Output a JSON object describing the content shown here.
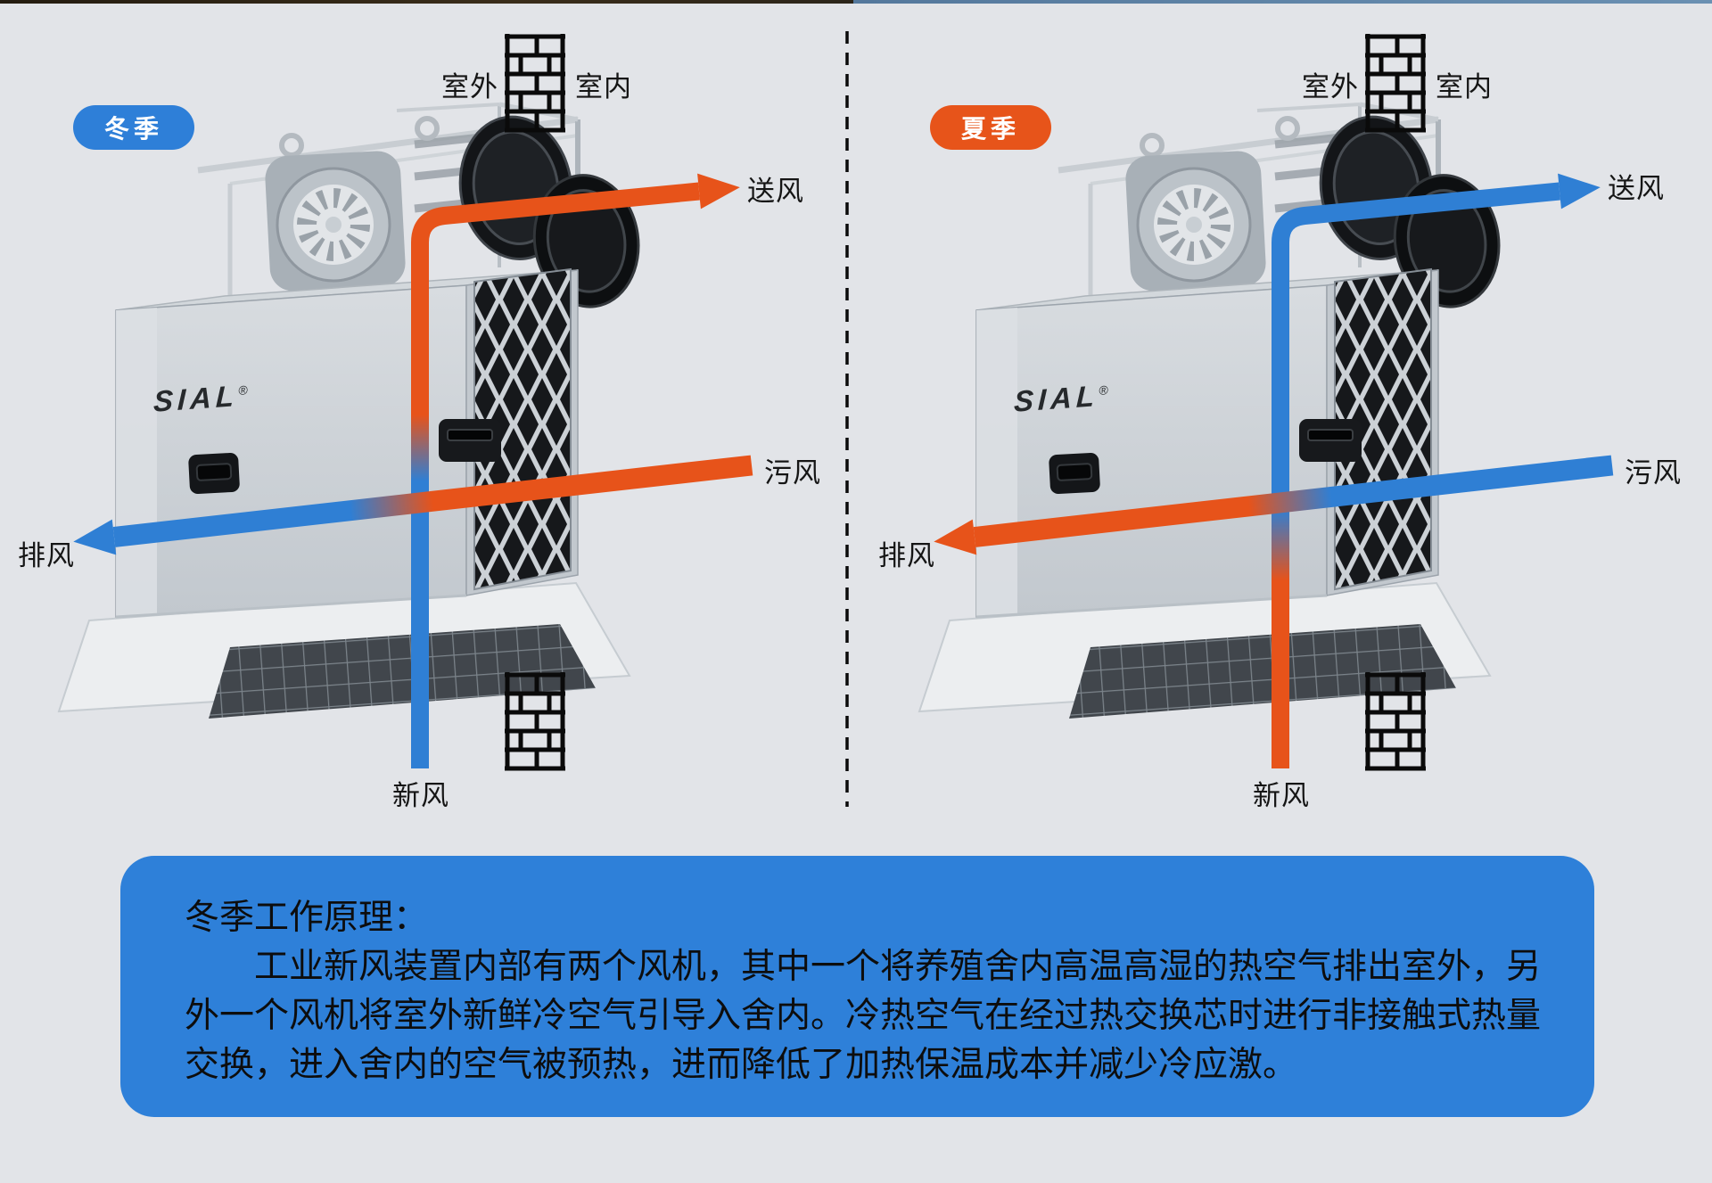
{
  "scene": {
    "winter": {
      "badge": "冬季",
      "outside": "室外",
      "inside": "室内",
      "supply": "送风",
      "dirty": "污风",
      "exhaust": "排风",
      "fresh": "新风"
    },
    "summer": {
      "badge": "夏季",
      "outside": "室外",
      "inside": "室内",
      "supply": "送风",
      "dirty": "污风",
      "exhaust": "排风",
      "fresh": "新风"
    },
    "brand": {
      "name": "SIAL",
      "mark": "®"
    }
  },
  "info_box": {
    "title": "冬季工作原理：",
    "body": "工业新风装置内部有两个风机，其中一个将养殖舍内高温高湿的热空气排出室外，另外一个风机将室外新鲜冷空气引导入舍内。冷热空气在经过热交换芯时进行非接触式热量交换，进入舍内的空气被预热，进而降低了加热保温成本并减少冷应激。"
  },
  "colors": {
    "background": "#e2e4e8",
    "arrow_blue": "#2f7fd4",
    "arrow_orange": "#e7531a",
    "info_box_blue": "#2e80d9",
    "badge_winter_blue": "#2e7fd8",
    "badge_summer_orange": "#e7541a",
    "label_text": "#151515",
    "info_text": "#0d0d0d"
  }
}
